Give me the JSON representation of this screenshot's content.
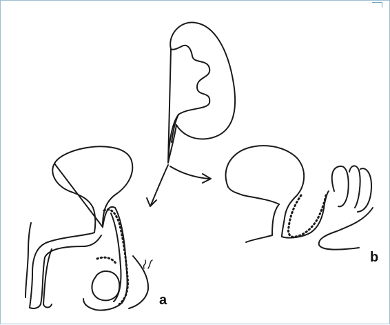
{
  "figure": {
    "panels": [
      {
        "id": "a",
        "label": "a"
      },
      {
        "id": "b",
        "label": "b"
      }
    ],
    "colors": {
      "line": "#1a1a1a",
      "frame": "#9dbfd4"
    }
  }
}
